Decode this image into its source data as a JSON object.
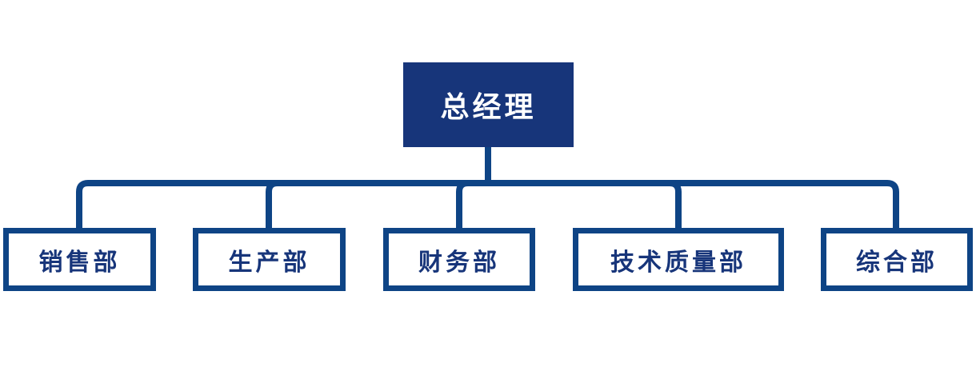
{
  "org_chart": {
    "root": {
      "label": "总经理"
    },
    "departments": [
      {
        "label": "销售部"
      },
      {
        "label": "生产部"
      },
      {
        "label": "财务部"
      },
      {
        "label": "技术质量部"
      },
      {
        "label": "综合部"
      }
    ]
  },
  "colors": {
    "root_fill": "#17357a",
    "root_text": "#ffffff",
    "box_border": "#0e4485",
    "connector": "#0e4485",
    "dept_text": "#17357a",
    "background": "#ffffff"
  }
}
